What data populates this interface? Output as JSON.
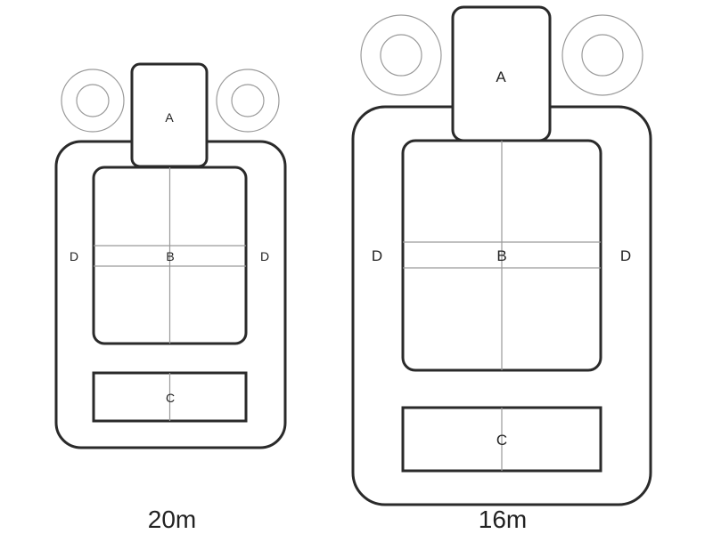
{
  "targets": [
    {
      "caption": "20m",
      "labels": {
        "head": "A",
        "center": "B",
        "lower": "C",
        "side_left": "D",
        "side_right": "D"
      }
    },
    {
      "caption": "16m",
      "labels": {
        "head": "A",
        "center": "B",
        "lower": "C",
        "side_left": "D",
        "side_right": "D"
      }
    }
  ],
  "colors": {
    "outline": "#2a2a2a",
    "thin_line": "#9a9a9a",
    "background": "#ffffff"
  }
}
